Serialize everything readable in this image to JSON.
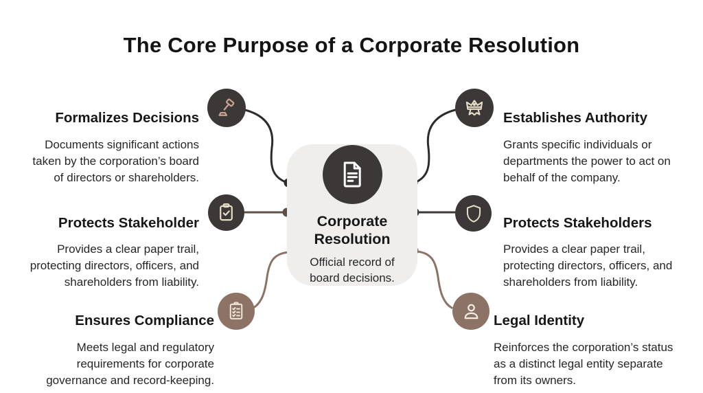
{
  "title": "The Core Purpose of a Corporate Resolution",
  "center": {
    "heading": "Corporate Resolution",
    "subtitle": "Official record of board decisions.",
    "icon": "document-icon"
  },
  "items": [
    {
      "heading": "Formalizes Decisions",
      "body": "Documents significant actions taken by the corporation’s board of directors or shareholders.",
      "icon": "gavel-icon",
      "circle_color": "#3b3837"
    },
    {
      "heading": "Protects Stakeholder",
      "body": "Provides a clear paper trail, protecting directors, officers, and shareholders from liability.",
      "icon": "clipboard-check-icon",
      "circle_color": "#3b3837"
    },
    {
      "heading": "Ensures Compliance",
      "body": "Meets legal and regulatory requirements for corporate governance and record-keeping.",
      "icon": "clipboard-list-icon",
      "circle_color": "#8c7365"
    },
    {
      "heading": "Establishes Authority",
      "body": "Grants specific individuals or departments the power to act on behalf of the company.",
      "icon": "crown-icon",
      "circle_color": "#3b3837"
    },
    {
      "heading": "Protects Stakeholders",
      "body": "Provides a clear paper trail, protecting directors, officers, and shareholders from liability.",
      "icon": "shield-icon",
      "circle_color": "#3b3837"
    },
    {
      "heading": "Legal Identity",
      "body": "Reinforces the corporation’s status as a distinct legal entity separate from its owners.",
      "icon": "person-icon",
      "circle_color": "#8c7365"
    }
  ],
  "colors": {
    "dark_circle": "#3b3837",
    "brown_circle": "#8c7365",
    "dark_line": "#2e2c2b",
    "mid_line": "#5d5047",
    "brown_line": "#8c7365",
    "card_bg": "#efeeed",
    "icon_stroke_cream": "#e9dfc7",
    "gavel_stroke": "#c7a28f",
    "text": "#171717"
  }
}
